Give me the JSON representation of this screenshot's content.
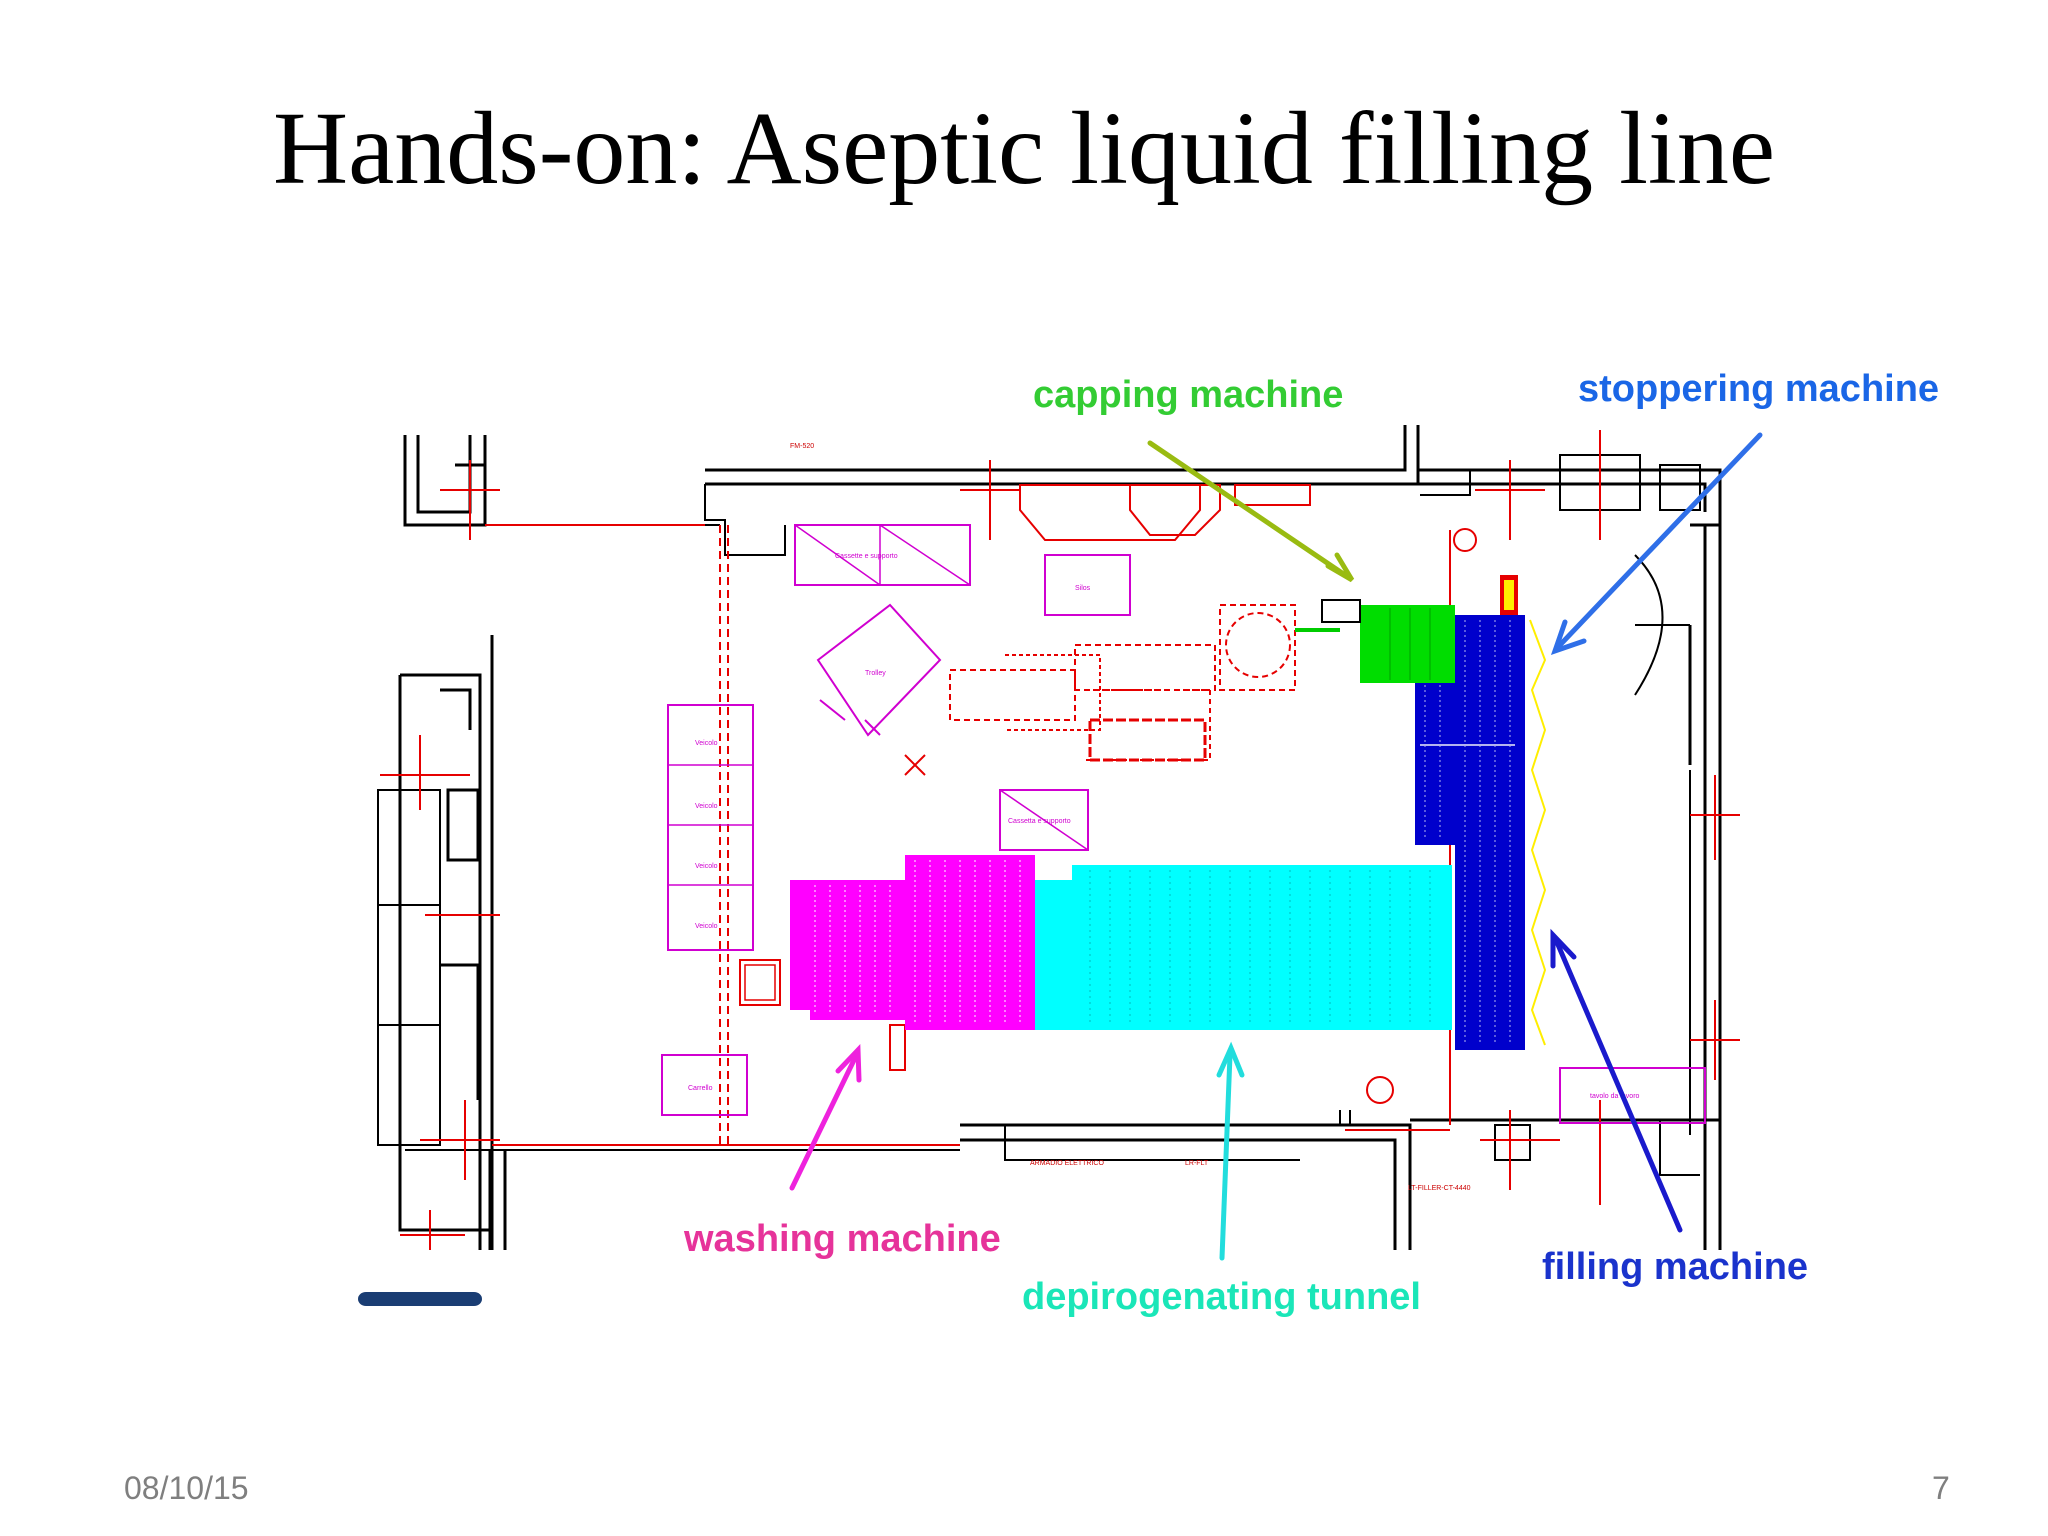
{
  "slide": {
    "title": "Hands-on: Aseptic liquid filling line",
    "date": "08/10/15",
    "page_number": "7"
  },
  "labels": {
    "capping": "capping machine",
    "stoppering": "stoppering machine",
    "washing": "washing machine",
    "tunnel": "depirogenating tunnel",
    "filling": "filling machine"
  },
  "colors": {
    "capping": "#33cc33",
    "stoppering": "#1a66e6",
    "washing": "#e6339a",
    "tunnel": "#1ae6b8",
    "filling": "#1a33cc",
    "washing_block": "#ff00ff",
    "tunnel_block": "#00ffff",
    "filling_block": "#0000cc",
    "capping_block": "#00dd00",
    "plan_red": "#e60000",
    "plan_magenta": "#d000d0"
  }
}
